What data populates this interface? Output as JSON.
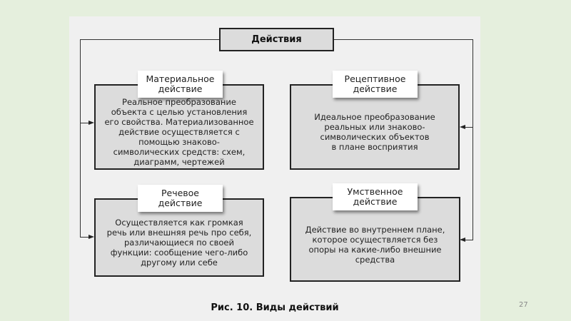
{
  "diagram": {
    "root": "Действия",
    "nodes": [
      {
        "label": "Материальное\nдействие",
        "text": "Реальное преобразование\nобъекта с целью установления\nего свойства. Материализованное\nдействие осуществляется с\nпомощью знаково-\nсимволических средств: схем,\nдиаграмм,  чертежей"
      },
      {
        "label": "Рецептивное\nдействие",
        "text": "Идеальное преобразование\nреальных или знаково-\nсимволических объектов\nв плане восприятия"
      },
      {
        "label": "Речевое\nдействие",
        "text": "Осуществляется как громкая\nречь или внешняя речь про себя,\nразличающиеся по своей\nфункции: сообщение чего-либо\nдругому или себе"
      },
      {
        "label": "Умственное\nдействие",
        "text": "Действие во внутреннем плане,\nкоторое осуществляется без\nопоры на какие-либо внешние\nсредства"
      }
    ],
    "caption": "Рис. 10. Виды действий"
  },
  "slide": {
    "page_number": "27"
  }
}
